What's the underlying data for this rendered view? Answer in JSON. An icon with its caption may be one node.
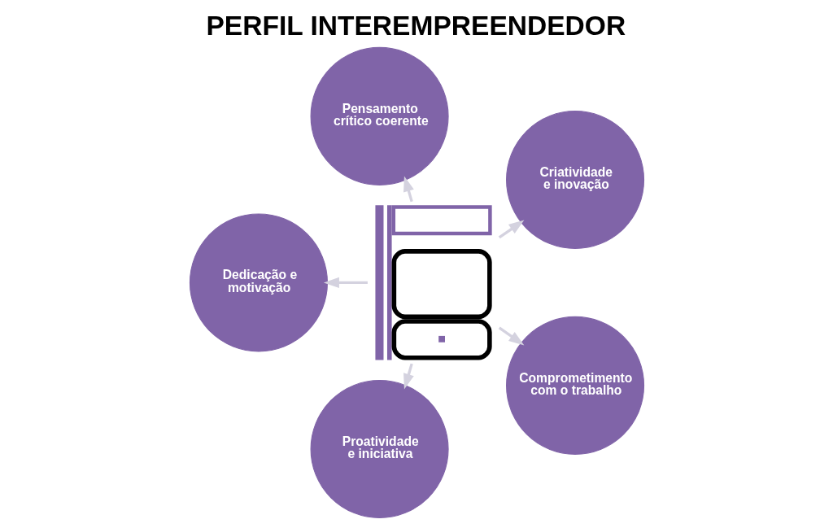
{
  "diagram": {
    "title": "PERFIL INTEREMPREENDEDOR",
    "nodes": [
      {
        "text": [],
        "shape": "picture"
      },
      {
        "text": [
          "Pensamento crítico coerente"
        ]
      },
      {
        "text": [
          "Criatividade e inovação"
        ]
      },
      {
        "text": [
          "Dedicação e motivação"
        ]
      },
      {
        "text": [
          "Comprometimento com o trabalho"
        ]
      },
      {
        "text": [
          "Proatividade e iniciativa"
        ]
      }
    ],
    "edges": [
      {
        "from": 0,
        "to": 1,
        "arrow": "to"
      },
      {
        "from": 0,
        "to": 2,
        "arrow": "to"
      },
      {
        "from": 0,
        "to": 3,
        "arrow": "to"
      },
      {
        "from": 0,
        "to": 4,
        "arrow": "to"
      },
      {
        "from": 0,
        "to": 5,
        "arrow": "to"
      }
    ]
  }
}
